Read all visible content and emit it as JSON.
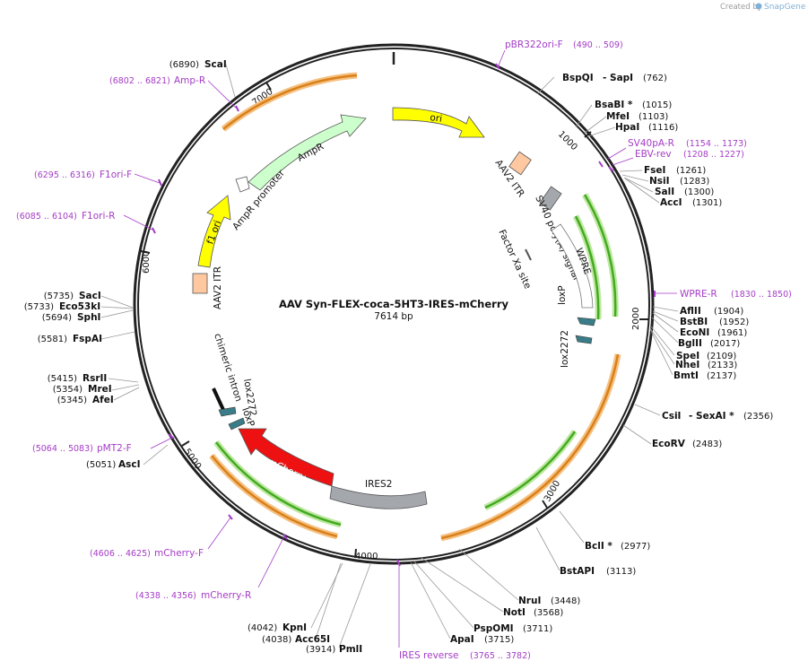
{
  "credit": {
    "created_by": "Created by",
    "brand": "SnapGene"
  },
  "plasmid": {
    "name": "AAV Syn-FLEX-coca-5HT3-IRES-mCherry",
    "length_label": "7614 bp"
  },
  "colors": {
    "primer": "#a43cc6",
    "ori": "#ffff00",
    "ampr": "#ccffcc",
    "mcherry": "#ee1111",
    "ires": "#a4a8ad",
    "itr": "#ffc8a0",
    "lox": "#3a7d88",
    "green_arc": "#44aa22",
    "orange_arc": "#d9801a"
  },
  "ticks": [
    "1000",
    "2000",
    "3000",
    "4000",
    "5000",
    "6000",
    "7000"
  ],
  "sites": [
    {
      "name": "BspQI",
      "name2": "SapI",
      "pos": "(762)"
    },
    {
      "name": "BsaBI *",
      "pos": "(1015)"
    },
    {
      "name": "MfeI",
      "pos": "(1103)"
    },
    {
      "name": "HpaI",
      "pos": "(1116)"
    },
    {
      "name": "FseI",
      "pos": "(1261)"
    },
    {
      "name": "NsiI",
      "pos": "(1283)"
    },
    {
      "name": "SalI",
      "pos": "(1300)"
    },
    {
      "name": "AccI",
      "pos": "(1301)"
    },
    {
      "name": "AflII",
      "pos": "(1904)"
    },
    {
      "name": "BstBI",
      "pos": "(1952)"
    },
    {
      "name": "EcoNI",
      "pos": "(1961)"
    },
    {
      "name": "BglII",
      "pos": "(2017)"
    },
    {
      "name": "SpeI",
      "pos": "(2109)"
    },
    {
      "name": "NheI",
      "pos": "(2133)"
    },
    {
      "name": "BmtI",
      "pos": "(2137)"
    },
    {
      "name": "CsiI",
      "name2": "SexAI *",
      "pos": "(2356)"
    },
    {
      "name": "EcoRV",
      "pos": "(2483)"
    },
    {
      "name": "BclI *",
      "pos": "(2977)"
    },
    {
      "name": "BstAPI",
      "pos": "(3113)"
    },
    {
      "name": "NruI",
      "pos": "(3448)"
    },
    {
      "name": "NotI",
      "pos": "(3568)"
    },
    {
      "name": "PspOMI",
      "pos": "(3711)"
    },
    {
      "name": "ApaI",
      "pos": "(3715)"
    },
    {
      "name": "KpnI",
      "pos": "(4042)"
    },
    {
      "name": "Acc65I",
      "pos": "(4038)"
    },
    {
      "name": "PmlI",
      "pos": "(3914)"
    },
    {
      "name": "AscI",
      "pos": "(5051)"
    },
    {
      "name": "AfeI",
      "pos": "(5345)"
    },
    {
      "name": "MreI",
      "pos": "(5354)"
    },
    {
      "name": "RsrII",
      "pos": "(5415)"
    },
    {
      "name": "FspAI",
      "pos": "(5581)"
    },
    {
      "name": "SphI",
      "pos": "(5694)"
    },
    {
      "name": "Eco53kI",
      "pos": "(5733)"
    },
    {
      "name": "SacI",
      "pos": "(5735)"
    },
    {
      "name": "ScaI",
      "pos": "(6890)"
    }
  ],
  "primers": [
    {
      "name": "pBR322ori-F",
      "range": "(490 .. 509)"
    },
    {
      "name": "SV40pA-R",
      "range": "(1154 .. 1173)"
    },
    {
      "name": "EBV-rev",
      "range": "(1208 .. 1227)"
    },
    {
      "name": "WPRE-R",
      "range": "(1830 .. 1850)"
    },
    {
      "name": "IRES reverse",
      "range": "(3765 .. 3782)"
    },
    {
      "name": "mCherry-R",
      "range": "(4338 .. 4356)"
    },
    {
      "name": "mCherry-F",
      "range": "(4606 .. 4625)"
    },
    {
      "name": "pMT2-F",
      "range": "(5064 .. 5083)"
    },
    {
      "name": "F1ori-R",
      "range": "(6085 .. 6104)"
    },
    {
      "name": "F1ori-F",
      "range": "(6295 .. 6316)"
    },
    {
      "name": "Amp-R",
      "range": "(6802 .. 6821)"
    }
  ],
  "features": {
    "ori": "ori",
    "ampr": "AmpR",
    "ampr_promoter": "AmpR promoter",
    "f1_ori": "f1 ori",
    "aav2_itr_left": "AAV2 ITR",
    "aav2_itr_right": "AAV2 ITR",
    "sv40": "SV40 poly(A) signal",
    "factor_xa": "Factor Xa site",
    "wpre": "WPRE",
    "loxp_right": "loxP",
    "lox2272_right": "lox2272",
    "chimeric_intron": "chimeric intron",
    "lox2272_left": "lox2272",
    "loxp_left": "loxP",
    "mcherry": "mCherry",
    "ires2": "IRES2"
  }
}
